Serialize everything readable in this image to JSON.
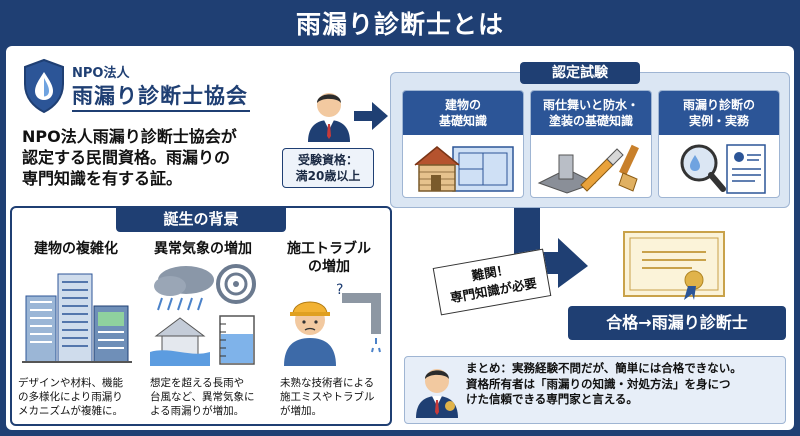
{
  "title": "雨漏り診断士とは",
  "logo": {
    "org": "NPO法人",
    "name": "雨漏り診断士協会",
    "icon": "shield-raindrop-icon"
  },
  "intro": [
    "NPO法人雨漏り診断士協会が",
    "認定する民間資格。雨漏りの",
    "専門知識を有する証。"
  ],
  "qualification": {
    "line1": "受験資格：",
    "line2": "満20歳以上"
  },
  "exam": {
    "title": "認定試験",
    "cards": [
      {
        "line1": "建物の",
        "line2": "基礎知識",
        "icon": "house-blueprint-icon"
      },
      {
        "line1": "雨仕舞いと防水・",
        "line2": "塗装の基礎知識",
        "icon": "caulking-gun-paintbrush-icon"
      },
      {
        "line1": "雨漏り診断の",
        "line2": "実例・実務",
        "icon": "magnifier-report-icon"
      }
    ]
  },
  "background": {
    "title": "誕生の背景",
    "cols": [
      {
        "title1": "建物の複雑化",
        "title2": "",
        "text": [
          "デザインや材料、機能",
          "の多様化により雨漏り",
          "メカニズムが複雑に。"
        ],
        "icon": "buildings-icon"
      },
      {
        "title1": "異常気象の増加",
        "title2": "",
        "text": [
          "想定を超える長雨や",
          "台風など、異常気象に",
          "よる雨漏りが増加。"
        ],
        "icon": "storm-flood-icon"
      },
      {
        "title1": "施工トラブル",
        "title2": "の増加",
        "text": [
          "未熟な技術者による",
          "施工ミスやトラブル",
          "が増加。"
        ],
        "icon": "worker-pipe-icon"
      }
    ]
  },
  "stamp": {
    "line1": "難関！",
    "line2": "専門知識が必要"
  },
  "pass": "合格→雨漏り診断士",
  "summary": [
    "まとめ：実務経験不問だが、簡単には合格できない。",
    "資格所有者は「雨漏りの知識・対処方法」を身につ",
    "けた信頼できる専門家と言える。"
  ],
  "colors": {
    "navy": "#1f3f73",
    "blue": "#2c5597",
    "light": "#dbe6f3"
  }
}
